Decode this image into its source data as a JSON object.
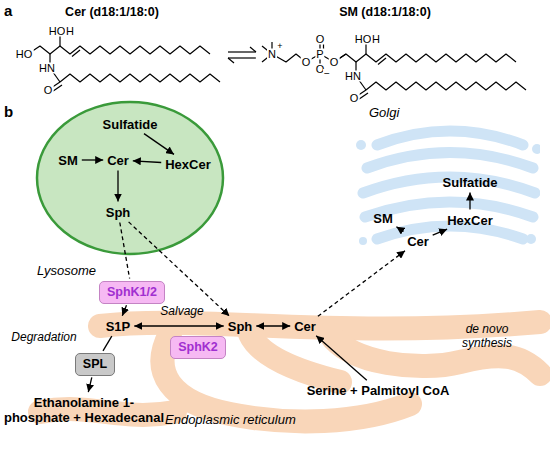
{
  "diagram": {
    "nodes": [
      {
        "text": [
          "Lysosome"
        ]
      },
      {
        "text": [
          "Sulfatide"
        ],
        "in": 0
      },
      {
        "text": [
          "SM"
        ],
        "in": 0
      },
      {
        "text": [
          "HexCer"
        ],
        "in": 0
      },
      {
        "text": [
          "Cer"
        ],
        "in": 0
      },
      {
        "text": [
          "Sph"
        ],
        "in": 0
      },
      {
        "text": [
          "Golgi"
        ]
      },
      {
        "text": [
          "Sulfatide"
        ],
        "in": 6
      },
      {
        "text": [
          "SM"
        ],
        "in": 6
      },
      {
        "text": [
          "HexCer"
        ],
        "in": 6
      },
      {
        "text": [
          "Cer"
        ],
        "in": 6
      },
      {
        "text": [
          "SphK1/2"
        ]
      },
      {
        "text": [
          "Endoplasmic reticulum"
        ]
      },
      {
        "text": [
          "S1P"
        ],
        "in": 12
      },
      {
        "text": [
          "Sph"
        ],
        "in": 12
      },
      {
        "text": [
          "Cer"
        ],
        "in": 12
      },
      {
        "text": [
          "SphK2"
        ],
        "in": 12
      },
      {
        "text": [
          "SPL"
        ],
        "in": 12
      },
      {
        "text": [
          "Serine + Palmitoyl CoA"
        ],
        "in": 12
      },
      {
        "text": [
          "Ethanolamine 1-phosphate + Hexadecanal"
        ]
      }
    ],
    "edges": [
      {
        "from": 1,
        "to": 3,
        "arrow": "to"
      },
      {
        "from": 2,
        "to": 4,
        "arrow": "to"
      },
      {
        "from": 3,
        "to": 4,
        "arrow": "to"
      },
      {
        "from": 4,
        "to": 5,
        "arrow": "to"
      },
      {
        "from": 5,
        "to": 11,
        "arrow": "none"
      },
      {
        "from": 5,
        "to": 14,
        "arrow": "to"
      },
      {
        "from": 11,
        "to": 13,
        "arrow": "to"
      },
      {
        "from": 13,
        "to": 14,
        "arrow": "both"
      },
      {
        "from": 14,
        "to": 15,
        "arrow": "both"
      },
      {
        "from": 13,
        "to": 17,
        "arrow": "none"
      },
      {
        "from": 17,
        "to": 19,
        "arrow": "to"
      },
      {
        "from": 18,
        "to": 15,
        "arrow": "to"
      },
      {
        "from": 15,
        "to": 10,
        "arrow": "to"
      },
      {
        "from": 10,
        "to": 8,
        "arrow": "to"
      },
      {
        "from": 10,
        "to": 9,
        "arrow": "to"
      },
      {
        "from": 9,
        "to": 7,
        "arrow": "to"
      }
    ],
    "labels": [
      "a",
      "Cer (d18:1/18:0)",
      "SM (d18:1/18:0)",
      "HO",
      "HO",
      "H",
      "HN",
      "O",
      "N",
      "+",
      "O",
      "P",
      "O",
      "O",
      "−",
      "O",
      "HO",
      "H",
      "HN",
      "O",
      "b",
      "Salvage",
      "Degradation",
      "de novo synthesis"
    ]
  }
}
